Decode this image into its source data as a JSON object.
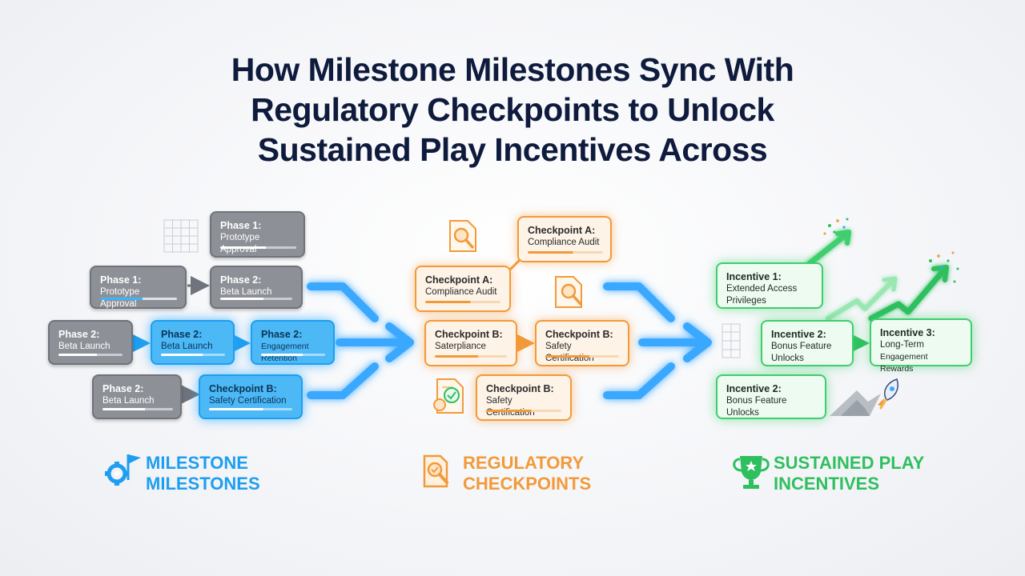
{
  "title": {
    "line1": "How Milestone Milestones Sync With",
    "line2": "Regulatory Checkpoints to Unlock",
    "line3": "Sustained Play Incentives Across"
  },
  "milestones": {
    "label_line1": "MILESTONE",
    "label_line2": "MILESTONES",
    "color": "#1e9ef0",
    "boxes": [
      {
        "heading": "Phase 1:",
        "sub": "Prototype Approval"
      },
      {
        "heading": "Phase 1:",
        "sub": "Prototype Approval"
      },
      {
        "heading": "Phase 2:",
        "sub": "Beta Launch"
      },
      {
        "heading": "Phase 2:",
        "sub": "Beta Launch"
      },
      {
        "heading": "Phase 2:",
        "sub": "Beta Launch"
      },
      {
        "heading": "Phase 2:",
        "sub": "Engagement Retention"
      },
      {
        "heading": "Phase 2:",
        "sub": "Beta Launch"
      },
      {
        "heading": "Checkpoint B:",
        "sub": "Safety Certification"
      }
    ]
  },
  "checkpoints": {
    "label_line1": "REGULATORY",
    "label_line2": "CHECKPOINTS",
    "color": "#f29a3a",
    "boxes": [
      {
        "heading": "Checkpoint A:",
        "sub": "Compliance Audit"
      },
      {
        "heading": "Checkpoint A:",
        "sub": "Compliance Audit"
      },
      {
        "heading": "Checkpoint B:",
        "sub": "Saterpliance"
      },
      {
        "heading": "Checkpoint B:",
        "sub": "Safety Certification"
      },
      {
        "heading": "Checkpoint B:",
        "sub": "Safety Certification"
      }
    ]
  },
  "incentives": {
    "label_line1": "SUSTAINED PLAY",
    "label_line2": "INCENTIVES",
    "color": "#2fbf5f",
    "boxes": [
      {
        "heading": "Incentive 1:",
        "sub1": "Extended Access",
        "sub2": "Privileges"
      },
      {
        "heading": "Incentive 2:",
        "sub1": "Bonus Feature",
        "sub2": "Unlocks"
      },
      {
        "heading": "Incentive 3:",
        "sub1": "Long-Term",
        "sub2": "Engagement Rewards"
      },
      {
        "heading": "Incentive 2:",
        "sub1": "Bonus Feature Unlocks",
        "sub2": ""
      }
    ]
  },
  "icons": [
    "grid-icon",
    "gear-flag-icon",
    "document-magnifier-icon",
    "approval-document-icon",
    "trophy-icon",
    "rocket-icon",
    "growth-arrow-icon",
    "confetti-icon",
    "flow-arrow-icon"
  ]
}
